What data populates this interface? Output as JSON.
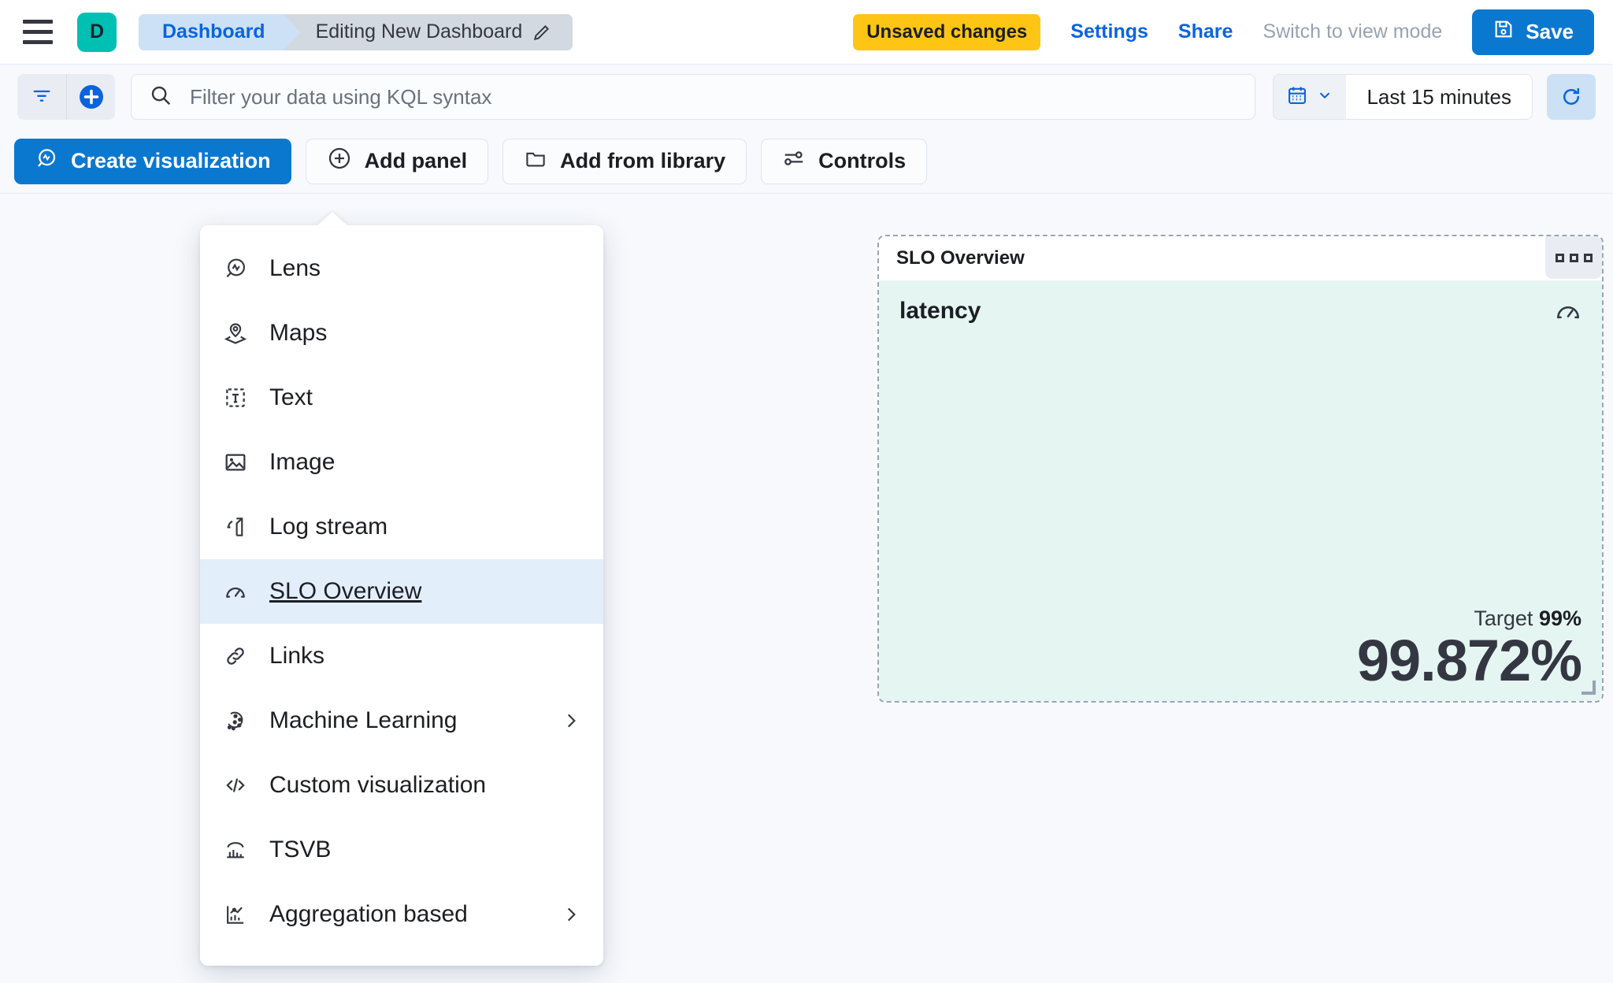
{
  "header": {
    "menu_icon": "hamburger-icon",
    "space_initial": "D",
    "breadcrumb_app": "Dashboard",
    "breadcrumb_current": "Editing New Dashboard",
    "edit_icon": "pencil-icon",
    "unsaved_badge": "Unsaved changes",
    "settings_link": "Settings",
    "share_link": "Share",
    "view_mode_link": "Switch to view mode",
    "save_label": "Save",
    "save_icon": "save-disk-icon",
    "colors": {
      "accent_blue": "#0b64dd",
      "save_button": "#0b78d0",
      "warning_yellow": "#fec514",
      "space_avatar": "#00bfb3"
    }
  },
  "query_bar": {
    "filter_icon": "filter-icon",
    "add_filter_icon": "plus-circle-icon",
    "search_icon": "search-icon",
    "kql_placeholder": "Filter your data using KQL syntax",
    "kql_value": "",
    "calendar_icon": "calendar-icon",
    "calendar_chevron": "chevron-down-icon",
    "time_range": "Last 15 minutes",
    "refresh_icon": "refresh-icon"
  },
  "toolbar": {
    "create_visualization": "Create visualization",
    "create_visualization_icon": "lens-icon",
    "add_panel": "Add panel",
    "add_panel_icon": "plus-circle-icon",
    "add_from_library": "Add from library",
    "add_from_library_icon": "folder-icon",
    "controls": "Controls",
    "controls_icon": "sliders-icon"
  },
  "add_panel_menu": {
    "open": true,
    "selected_index": 5,
    "highlight_color": "#e3eefb",
    "items": [
      {
        "label": "Lens",
        "icon": "lens-icon",
        "submenu": false
      },
      {
        "label": "Maps",
        "icon": "map-pin-layers-icon",
        "submenu": false
      },
      {
        "label": "Text",
        "icon": "text-box-icon",
        "submenu": false
      },
      {
        "label": "Image",
        "icon": "image-icon",
        "submenu": false
      },
      {
        "label": "Log stream",
        "icon": "log-stream-icon",
        "submenu": false
      },
      {
        "label": "SLO Overview",
        "icon": "gauge-icon",
        "submenu": false
      },
      {
        "label": "Links",
        "icon": "link-icon",
        "submenu": false
      },
      {
        "label": "Machine Learning",
        "icon": "machine-learning-icon",
        "submenu": true
      },
      {
        "label": "Custom visualization",
        "icon": "code-icon",
        "submenu": false
      },
      {
        "label": "TSVB",
        "icon": "tsvb-chart-icon",
        "submenu": false
      },
      {
        "label": "Aggregation based",
        "icon": "aggregation-chart-icon",
        "submenu": true
      }
    ]
  },
  "slo_panel": {
    "panel_title": "SLO Overview",
    "context_menu_icon": "panel-options-icon",
    "slo_name": "latency",
    "gauge_icon": "gauge-icon",
    "target_label": "Target",
    "target_value": "99%",
    "sli_value": "99.872%",
    "background_color": "#e4f5f2",
    "resize_handle_icon": "resize-corner-icon"
  }
}
